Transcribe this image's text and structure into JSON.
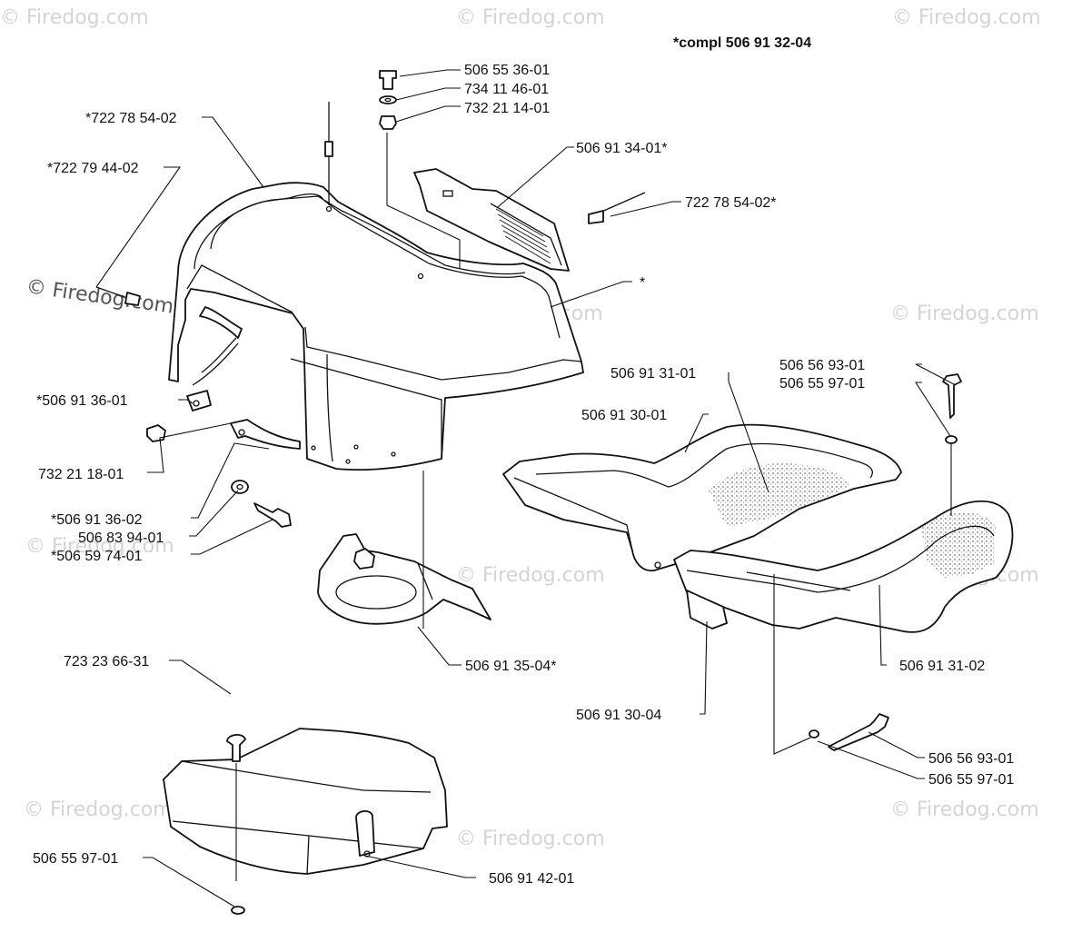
{
  "title": "*compl 506 91 32-04",
  "watermark": "© Firedog.com",
  "watermark_dark": "© Firedog.com",
  "labels": {
    "l_506_55_36_01": "506 55 36-01",
    "l_734_11_46_01": "734 11 46-01",
    "l_732_21_14_01": "732 21 14-01",
    "l_722_78_54_02_star_prefix": "*722 78 54-02",
    "l_722_79_44_02": "*722 79 44-02",
    "l_506_91_34_01": "506 91 34-01*",
    "l_722_78_54_02_star_suffix": "722 78 54-02*",
    "l_star": "*",
    "l_506_91_36_01": "*506 91 36-01",
    "l_732_21_18_01": "732 21 18-01",
    "l_506_91_36_02": "*506 91 36-02",
    "l_506_83_94_01": "506 83 94-01",
    "l_506_59_74_01": "*506 59 74-01",
    "l_506_91_35_04": "506 91 35-04*",
    "l_506_91_31_01": "506 91 31-01",
    "l_506_91_30_01": "506 91 30-01",
    "l_506_56_93_01_top": "506 56 93-01",
    "l_506_55_97_01_top": "506 55 97-01",
    "l_506_91_31_02": "506 91 31-02",
    "l_506_91_30_04": "506 91 30-04",
    "l_506_56_93_01_bottom": "506 56 93-01",
    "l_506_55_97_01_bottom": "506 55 97-01",
    "l_723_23_66_31": "723 23 66-31",
    "l_506_55_97_01_left": "506 55 97-01",
    "l_506_91_42_01": "506 91 42-01"
  },
  "colors": {
    "ink": "#111111",
    "watermark": "#d4d4d4",
    "background": "#ffffff"
  }
}
